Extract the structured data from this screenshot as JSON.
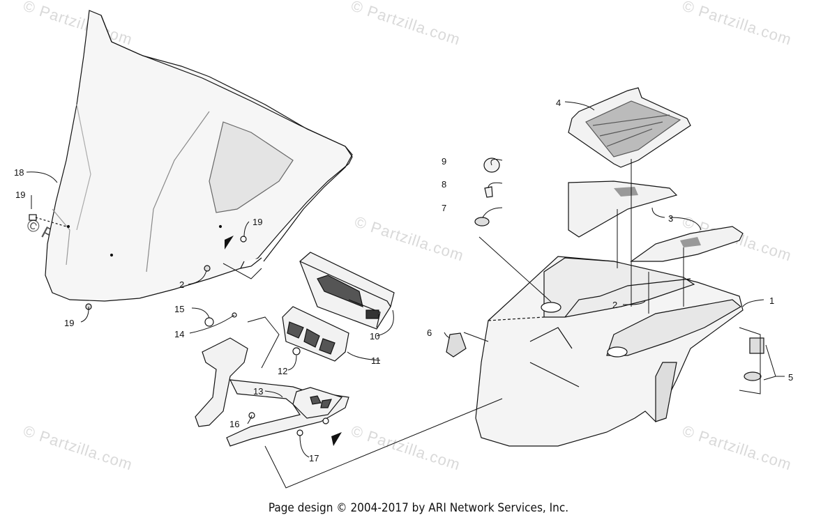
{
  "watermarks": {
    "faint": "© Partzilla.com",
    "bold": "© Partzilla.com"
  },
  "callouts": {
    "c1": "1",
    "c2a": "2",
    "c2b": "2",
    "c3": "3",
    "c4": "4",
    "c5": "5",
    "c6": "6",
    "c7": "7",
    "c8": "8",
    "c9": "9",
    "c10": "10",
    "c11": "11",
    "c12": "12",
    "c13": "13",
    "c14": "14",
    "c15": "15",
    "c16": "16",
    "c17": "17",
    "c18": "18",
    "c19a": "19",
    "c19b": "19",
    "c19c": "19"
  },
  "footer": {
    "text": "Page design © 2004-2017 by ARI Network Services, Inc."
  },
  "colors": {
    "line": "#111111",
    "part_fill": "#f2f2f2",
    "watermark": "#d9d9d9"
  }
}
